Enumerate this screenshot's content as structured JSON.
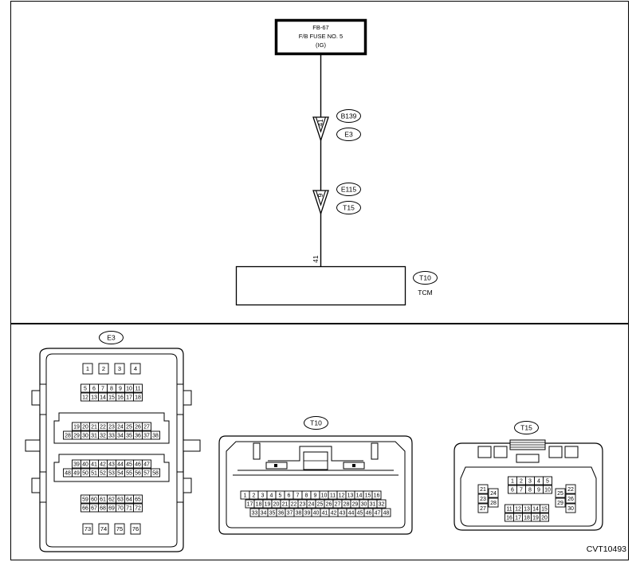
{
  "fuse": {
    "line1": "FB-67",
    "line2": "F/B FUSE NO. 5",
    "line3": "(IG)"
  },
  "junctions": [
    {
      "pin": "41",
      "top": "B139",
      "bottom": "E3"
    },
    {
      "pin": "9",
      "top": "E115",
      "bottom": "T15"
    }
  ],
  "tcm": {
    "pin": "41",
    "connector": "T10",
    "label": "TCM"
  },
  "connectors": {
    "e3": {
      "label": "E3",
      "rows": [
        [
          "1",
          "2",
          "3",
          "4"
        ],
        [
          "5",
          "6",
          "7",
          "8",
          "9",
          "10",
          "11"
        ],
        [
          "12",
          "13",
          "14",
          "15",
          "16",
          "17",
          "18"
        ],
        [
          "19",
          "20",
          "21",
          "22",
          "23",
          "24",
          "25",
          "26",
          "27"
        ],
        [
          "28",
          "29",
          "30",
          "31",
          "32",
          "33",
          "34",
          "35",
          "36",
          "37",
          "38"
        ],
        [
          "39",
          "40",
          "41",
          "42",
          "43",
          "44",
          "45",
          "46",
          "47"
        ],
        [
          "48",
          "49",
          "50",
          "51",
          "52",
          "53",
          "54",
          "55",
          "56",
          "57",
          "58"
        ],
        [
          "59",
          "60",
          "61",
          "62",
          "63",
          "64",
          "65"
        ],
        [
          "66",
          "67",
          "68",
          "69",
          "70",
          "71",
          "72"
        ],
        [
          "73",
          "74",
          "75",
          "76"
        ]
      ]
    },
    "t10": {
      "label": "T10",
      "rows": [
        [
          "1",
          "2",
          "3",
          "4",
          "5",
          "6",
          "7",
          "8",
          "9",
          "10",
          "11",
          "12",
          "13",
          "14",
          "15",
          "16"
        ],
        [
          "17",
          "18",
          "19",
          "20",
          "21",
          "22",
          "23",
          "24",
          "25",
          "26",
          "27",
          "28",
          "29",
          "30",
          "31",
          "32"
        ],
        [
          "33",
          "34",
          "35",
          "36",
          "37",
          "38",
          "39",
          "40",
          "41",
          "42",
          "43",
          "44",
          "45",
          "46",
          "47",
          "48"
        ]
      ]
    },
    "t15": {
      "label": "T15",
      "top_rows": [
        [
          "1",
          "2",
          "3",
          "4",
          "5"
        ],
        [
          "6",
          "7",
          "8",
          "9",
          "10"
        ]
      ],
      "left_col": [
        "21",
        "23",
        "27"
      ],
      "left_col2": [
        "24",
        "28"
      ],
      "right_col": [
        "22",
        "26",
        "30"
      ],
      "right_col2": [
        "25",
        "29"
      ],
      "bottom_rows": [
        [
          "11",
          "12",
          "13",
          "14",
          "15"
        ],
        [
          "16",
          "17",
          "18",
          "19",
          "20"
        ]
      ]
    }
  },
  "figure_code": "CVT10493"
}
